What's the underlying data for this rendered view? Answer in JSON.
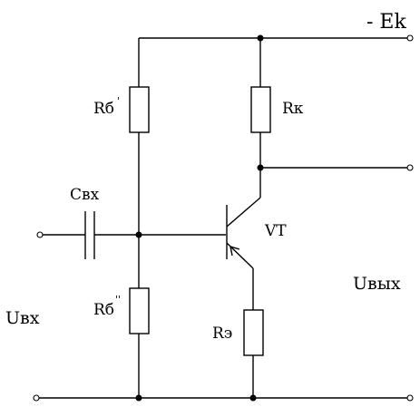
{
  "diagram": {
    "labels": {
      "supply": "- Ek",
      "r_base_top": "Rб",
      "r_base_top_mark": "'",
      "r_base_bottom": "Rб",
      "r_base_bottom_mark": "''",
      "r_collector": "Rк",
      "c_input": "Свх",
      "transistor": "VT",
      "r_emitter": "Rэ",
      "u_input": "Uвх",
      "u_output": "Uвых"
    }
  }
}
